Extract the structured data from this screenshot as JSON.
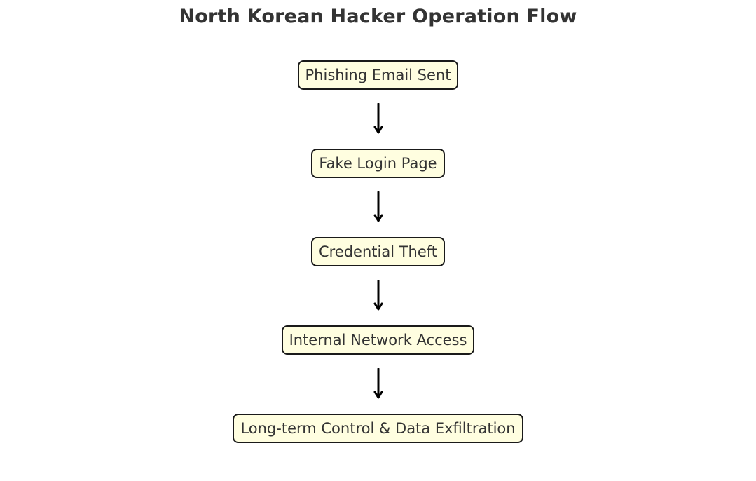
{
  "title": "North Korean Hacker Operation Flow",
  "steps": [
    {
      "label": "Phishing Email Sent"
    },
    {
      "label": "Fake Login Page"
    },
    {
      "label": "Credential Theft"
    },
    {
      "label": "Internal Network Access"
    },
    {
      "label": "Long-term Control & Data Exfiltration"
    }
  ],
  "colors": {
    "node_fill": "#fffee0",
    "node_border": "#1a1a1a",
    "text": "#333333",
    "arrow": "#000000"
  }
}
